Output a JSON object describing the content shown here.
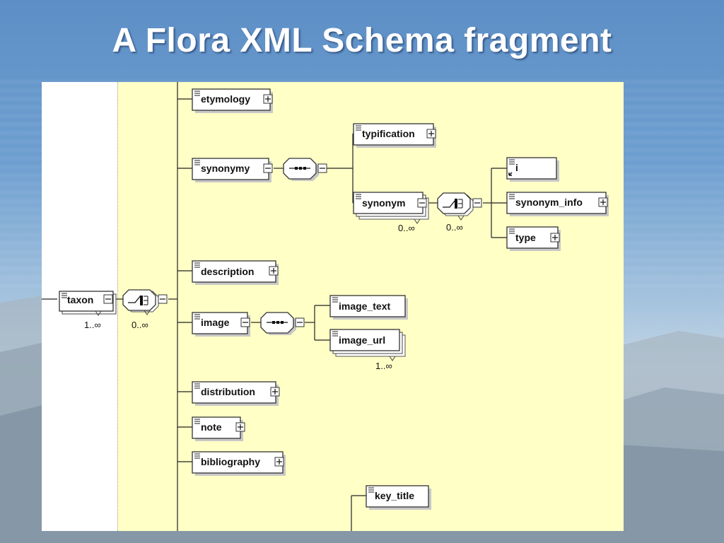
{
  "slide": {
    "title": "A Flora XML Schema fragment"
  },
  "schema": {
    "root": {
      "label": "taxon",
      "multiplicity": "1..∞",
      "choice_multiplicity": "0..∞"
    },
    "children": [
      {
        "label": "etymology",
        "expand": "plus"
      },
      {
        "label": "synonymy",
        "expand": "minus",
        "compositor": "sequence",
        "children": [
          {
            "label": "typification",
            "expand": "plus"
          },
          {
            "label": "synonym",
            "expand": "minus",
            "multiplicity": "0..∞",
            "compositor": "choice",
            "compositor_multiplicity": "0..∞",
            "children": [
              {
                "label": "i",
                "expand": "none"
              },
              {
                "label": "synonym_info",
                "expand": "plus"
              },
              {
                "label": "type",
                "expand": "plus"
              }
            ]
          }
        ]
      },
      {
        "label": "description",
        "expand": "plus"
      },
      {
        "label": "image",
        "expand": "minus",
        "compositor": "sequence",
        "children": [
          {
            "label": "image_text",
            "expand": "none"
          },
          {
            "label": "image_url",
            "expand": "none",
            "multiplicity": "1..∞"
          }
        ]
      },
      {
        "label": "distribution",
        "expand": "plus"
      },
      {
        "label": "note",
        "expand": "plus"
      },
      {
        "label": "bibliography",
        "expand": "plus"
      }
    ],
    "partial_bottom": {
      "label": "key_title"
    }
  },
  "colors": {
    "panel_background": "#ffffc6",
    "node_fill": "#ffffff",
    "node_border": "#333333",
    "title_text": "#ffffff"
  }
}
